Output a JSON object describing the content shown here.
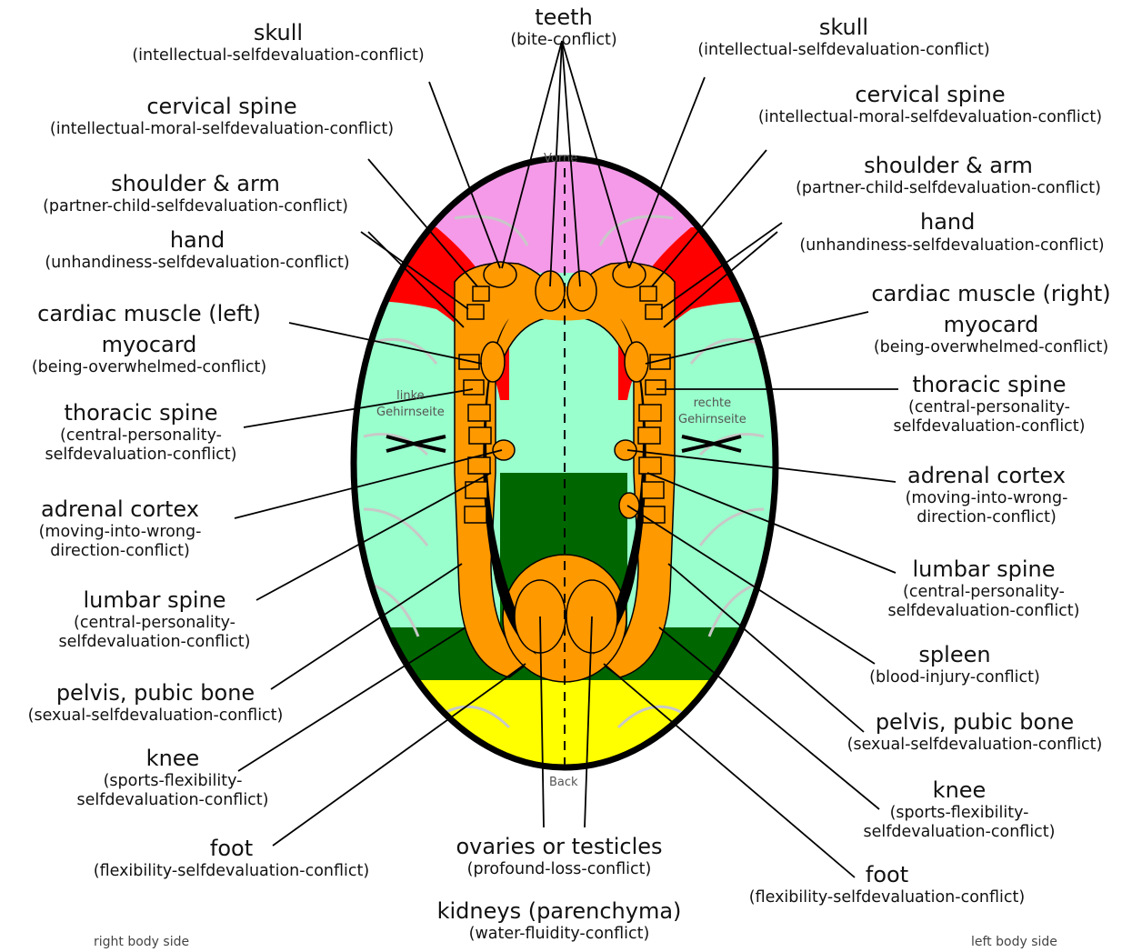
{
  "marks": {
    "front": "Vorne",
    "back": "Back",
    "left_brain": [
      "linke",
      "Gehirnseite"
    ],
    "right_brain": [
      "rechte",
      "Gehirnseite"
    ],
    "right_body_side": "right body side",
    "left_body_side": "left body side"
  },
  "left_labels": {
    "skull": {
      "title": "skull",
      "sub": [
        "(intellectual-selfdevaluation-conflict)"
      ]
    },
    "cervical": {
      "title": "cervical spine",
      "sub": [
        "(intellectual-moral-selfdevaluation-conflict)"
      ]
    },
    "shoulder": {
      "title": "shoulder & arm",
      "sub": [
        "(partner-child-selfdevaluation-conflict)"
      ]
    },
    "hand": {
      "title": "hand",
      "sub": [
        "(unhandiness-selfdevaluation-conflict)"
      ]
    },
    "cardiac": {
      "title": "cardiac muscle (left)",
      "title2": "myocard",
      "sub": [
        "(being-overwhelmed-conflict)"
      ]
    },
    "thoracic": {
      "title": "thoracic spine",
      "sub": [
        "(central-personality-",
        "selfdevaluation-conflict)"
      ]
    },
    "adrenal": {
      "title": "adrenal cortex",
      "sub": [
        "(moving-into-wrong-",
        "direction-conflict)"
      ]
    },
    "lumbar": {
      "title": "lumbar spine",
      "sub": [
        "(central-personality-",
        "selfdevaluation-conflict)"
      ]
    },
    "pelvis": {
      "title": "pelvis, pubic bone",
      "sub": [
        "(sexual-selfdevaluation-conflict)"
      ]
    },
    "knee": {
      "title": "knee",
      "sub": [
        "(sports-flexibility-",
        "selfdevaluation-conflict)"
      ]
    },
    "foot": {
      "title": "foot",
      "sub": [
        "(flexibility-selfdevaluation-conflict)"
      ]
    }
  },
  "right_labels": {
    "skull": {
      "title": "skull",
      "sub": [
        "(intellectual-selfdevaluation-conflict)"
      ]
    },
    "cervical": {
      "title": "cervical spine",
      "sub": [
        "(intellectual-moral-selfdevaluation-conflict)"
      ]
    },
    "shoulder": {
      "title": "shoulder & arm",
      "sub": [
        "(partner-child-selfdevaluation-conflict)"
      ]
    },
    "hand": {
      "title": "hand",
      "sub": [
        "(unhandiness-selfdevaluation-conflict)"
      ]
    },
    "cardiac": {
      "title": "cardiac muscle (right)",
      "title2": "myocard",
      "sub": [
        "(being-overwhelmed-conflict)"
      ]
    },
    "thoracic": {
      "title": "thoracic spine",
      "sub": [
        "(central-personality-",
        "selfdevaluation-conflict)"
      ]
    },
    "adrenal": {
      "title": "adrenal cortex",
      "sub": [
        "(moving-into-wrong-",
        "direction-conflict)"
      ]
    },
    "lumbar": {
      "title": "lumbar spine",
      "sub": [
        "(central-personality-",
        "selfdevaluation-conflict)"
      ]
    },
    "spleen": {
      "title": "spleen",
      "sub": [
        "(blood-injury-conflict)"
      ]
    },
    "pelvis": {
      "title": "pelvis, pubic bone",
      "sub": [
        "(sexual-selfdevaluation-conflict)"
      ]
    },
    "knee": {
      "title": "knee",
      "sub": [
        "(sports-flexibility-",
        "selfdevaluation-conflict)"
      ]
    },
    "foot": {
      "title": "foot",
      "sub": [
        "(flexibility-selfdevaluation-conflict)"
      ]
    }
  },
  "center_labels": {
    "teeth": {
      "title": "teeth",
      "sub": [
        "(bite-conflict)"
      ]
    },
    "ovaries": {
      "title": "ovaries or testicles",
      "sub": [
        "(profound-loss-conflict)"
      ]
    },
    "kidneys": {
      "title": "kidneys (parenchyma)",
      "sub": [
        "(water-fluidity-conflict)"
      ]
    }
  },
  "colors": {
    "outline": "#000000",
    "pink": "#f59ae8",
    "red": "#ff0000",
    "mint": "#99ffcc",
    "dark_green": "#006600",
    "yellow": "#ffff00",
    "orange": "#ff9900",
    "gray_line": "#c8c8c8"
  }
}
